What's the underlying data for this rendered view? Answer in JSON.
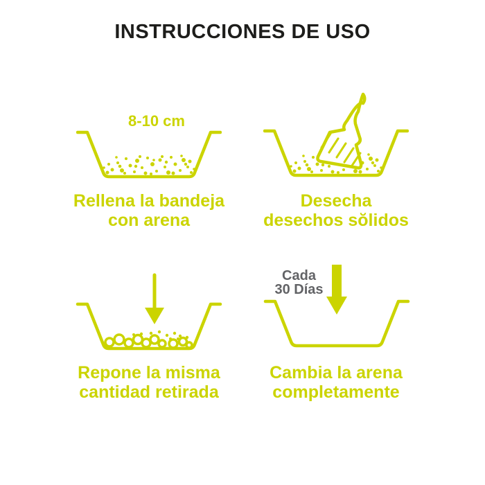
{
  "title": "INSTRUCCIONES DE USO",
  "colors": {
    "accent": "#cbd400",
    "title": "#1d1d1b",
    "annotation_gray": "#626366",
    "background": "#ffffff"
  },
  "steps": [
    {
      "icon": "tray-filled-with-litter-icon",
      "depth_label": "8-10 cm",
      "caption_line1": "Rellena la bandeja",
      "caption_line2": "con arena"
    },
    {
      "icon": "scoop-over-litter-tray-icon",
      "caption_line1": "Desecha",
      "caption_line2": "desechos sŏlidos"
    },
    {
      "icon": "arrow-pouring-into-tray-icon",
      "caption_line1": "Repone la misma",
      "caption_line2": "cantidad retirada"
    },
    {
      "icon": "arrow-into-empty-tray-icon",
      "frequency_line1": "Cada",
      "frequency_line2": "30 Días",
      "caption_line1": "Cambia la arena",
      "caption_line2": "completamente"
    }
  ]
}
